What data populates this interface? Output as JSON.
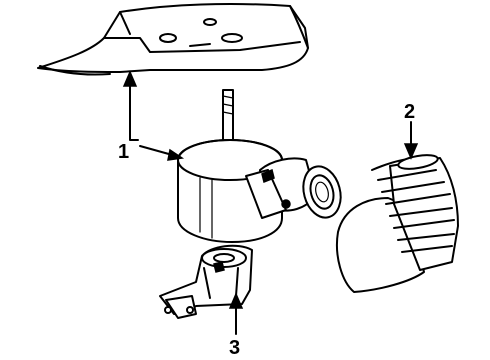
{
  "callouts": [
    {
      "id": "1",
      "label": "1"
    },
    {
      "id": "2",
      "label": "2"
    },
    {
      "id": "3",
      "label": "3"
    }
  ],
  "icons": [
    "engine-mount-bracket",
    "mount-insulator",
    "intake-hose",
    "lower-bracket",
    "leader-arrow"
  ]
}
